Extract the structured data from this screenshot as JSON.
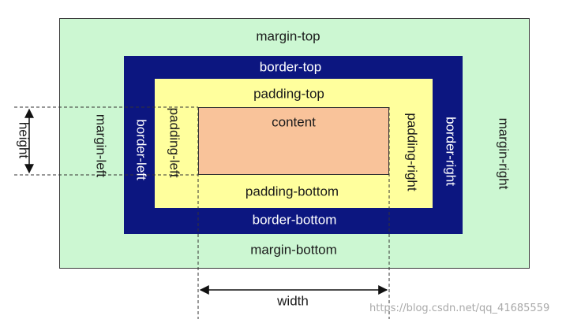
{
  "labels": {
    "margin_top": "margin-top",
    "margin_bottom": "margin-bottom",
    "margin_left": "margin-left",
    "margin_right": "margin-right",
    "border_top": "border-top",
    "border_bottom": "border-bottom",
    "border_left": "border-left",
    "border_right": "border-right",
    "padding_top": "padding-top",
    "padding_bottom": "padding-bottom",
    "padding_left": "padding-left",
    "padding_right": "padding-right",
    "content": "content",
    "height": "height",
    "width": "width"
  },
  "watermark": "https://blog.csdn.net/qq_41685559",
  "colors": {
    "margin": "#ccf7d2",
    "border": "#0c1680",
    "padding": "#ffff9d",
    "content": "#f9c39a"
  }
}
